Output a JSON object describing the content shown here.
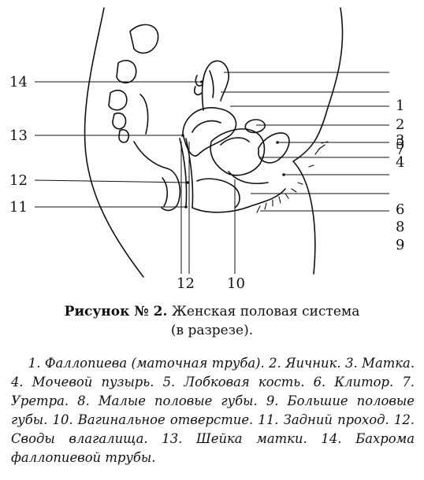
{
  "labels": {
    "left": [
      "14",
      "13",
      "12",
      "11"
    ],
    "right": [
      "1",
      "2",
      "3",
      "5",
      "7",
      "4",
      "6",
      "8",
      "9"
    ],
    "bottom": [
      "12",
      "10"
    ]
  },
  "caption": {
    "prefix": "Рисунок № 2.",
    "text1": "Женская половая система",
    "text2": "(в разрезе)."
  },
  "legend": {
    "items": [
      {
        "n": "1.",
        "t": "Фаллопиева (маточная труба)."
      },
      {
        "n": "2.",
        "t": "Яичник."
      },
      {
        "n": "3.",
        "t": "Матка."
      },
      {
        "n": "4.",
        "t": "Мочевой пузырь."
      },
      {
        "n": "5.",
        "t": "Лобковая кость."
      },
      {
        "n": "6.",
        "t": "Клитор."
      },
      {
        "n": "7.",
        "t": "Уретра."
      },
      {
        "n": "8.",
        "t": "Малые половые губы."
      },
      {
        "n": "9.",
        "t": "Большие половые губы."
      },
      {
        "n": "10.",
        "t": "Вагинальное отверстие."
      },
      {
        "n": "11.",
        "t": "Задний проход."
      },
      {
        "n": "12.",
        "t": "Своды влагалища."
      },
      {
        "n": "13.",
        "t": "Шейка матки."
      },
      {
        "n": "14.",
        "t": "Бахрома фаллопиевой трубы."
      }
    ]
  }
}
